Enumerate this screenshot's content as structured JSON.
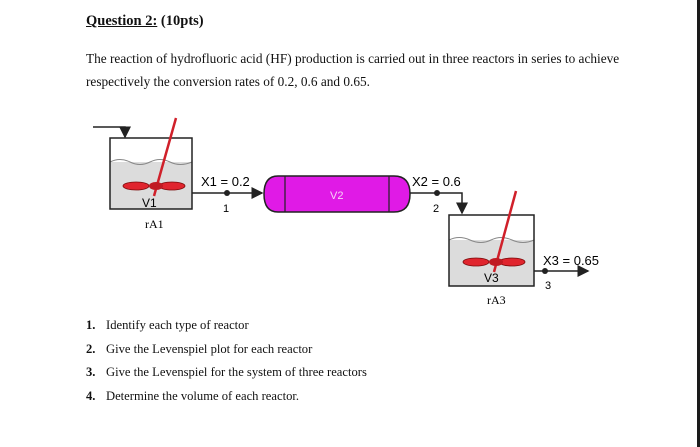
{
  "question": {
    "number_label": "Question 2:",
    "points_label": "(10pts)"
  },
  "intro_text": "The reaction of hydrofluoric acid (HF) production is carried out in three reactors in series to achieve respectively the conversion rates of 0.2, 0.6 and 0.65.",
  "diagram": {
    "reactor1": {
      "volume": "V1",
      "rate": "rA1"
    },
    "reactor2": {
      "volume": "V2"
    },
    "reactor3": {
      "volume": "V3",
      "rate": "rA3"
    },
    "streams": [
      {
        "conversion": "X1 = 0.2",
        "node": "1"
      },
      {
        "conversion": "X2 = 0.6",
        "node": "2"
      },
      {
        "conversion": "X3 = 0.65",
        "node": "3"
      }
    ],
    "colors": {
      "pfr": "#e01ae6",
      "impeller": "#e0252e",
      "liquid": "#dcdcdc",
      "frame": "#222222"
    }
  },
  "tasks": [
    {
      "num": "1.",
      "text": "Identify each type of reactor"
    },
    {
      "num": "2.",
      "text": "Give the Levenspiel plot for each reactor"
    },
    {
      "num": "3.",
      "text": "Give the Levenspiel for the system of three reactors"
    },
    {
      "num": "4.",
      "text": "Determine the volume of each reactor."
    }
  ]
}
